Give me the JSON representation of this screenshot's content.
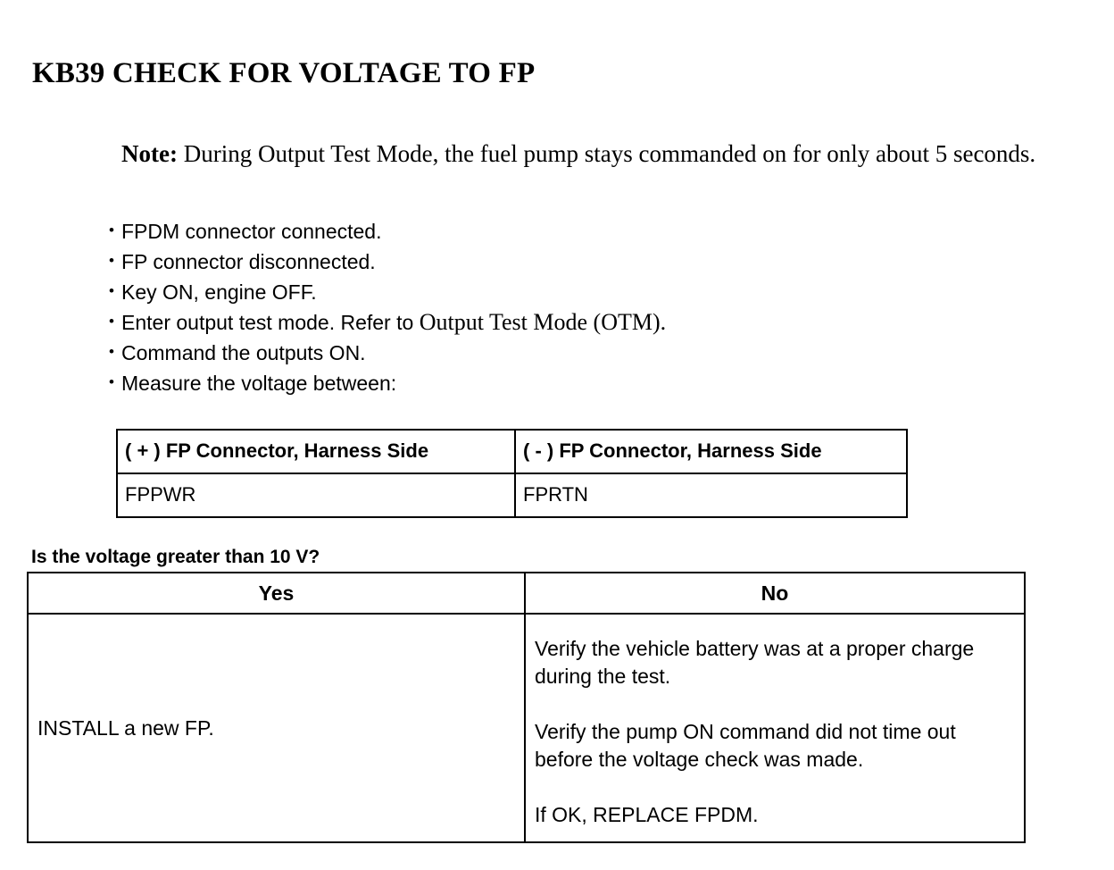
{
  "document": {
    "title": "KB39 CHECK FOR VOLTAGE TO FP"
  },
  "note": {
    "label": "Note:",
    "text": " During Output Test Mode, the fuel pump stays commanded on for only about 5 seconds."
  },
  "steps": [
    {
      "text": "FPDM connector connected."
    },
    {
      "text": "FP connector disconnected."
    },
    {
      "text": "Key ON, engine OFF."
    },
    {
      "text": "Enter output test mode. Refer to ",
      "emphasis": "Output Test Mode (OTM)."
    },
    {
      "text": "Command the outputs ON."
    },
    {
      "text": "Measure the voltage between:"
    }
  ],
  "connector_table": {
    "headers": [
      "( + ) FP Connector, Harness Side",
      "( - ) FP Connector, Harness Side"
    ],
    "row": [
      "FPPWR",
      "FPRTN"
    ]
  },
  "question": "Is the voltage greater than 10 V?",
  "decision_table": {
    "headers": [
      "Yes",
      "No"
    ],
    "yes_action": "INSTALL a new FP.",
    "no_actions": [
      "Verify the vehicle battery was at a proper charge during the test.",
      "Verify the pump ON command did not time out before the voltage check was made.",
      "If OK, REPLACE FPDM."
    ]
  }
}
